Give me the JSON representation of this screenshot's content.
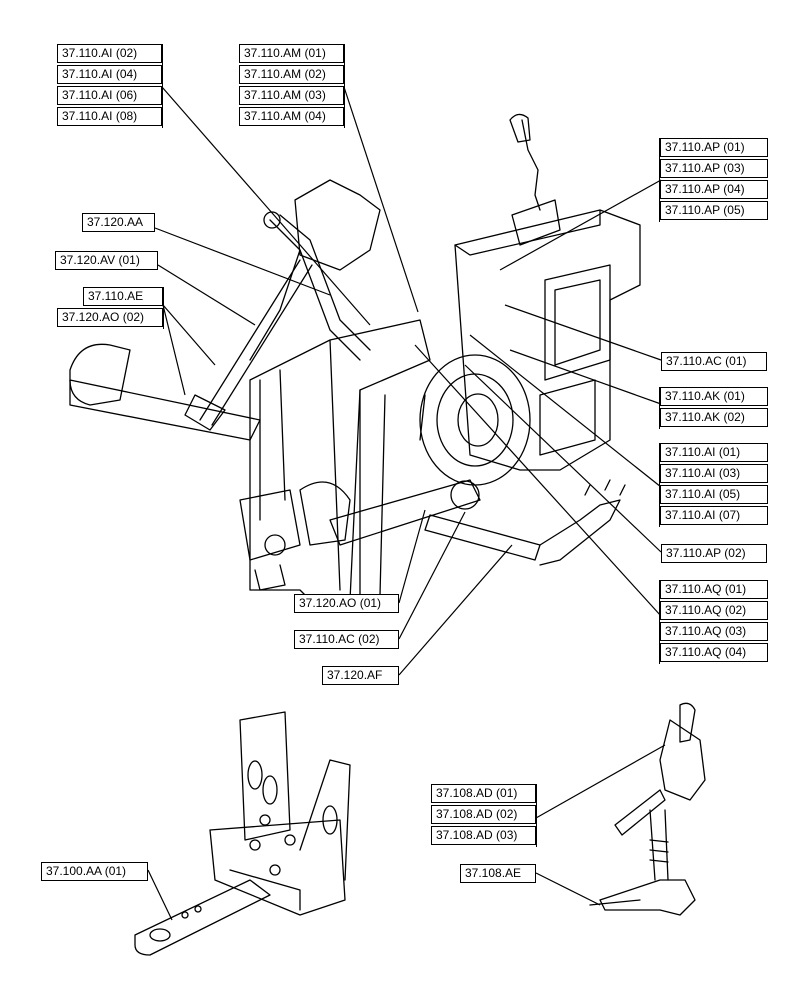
{
  "labels": {
    "ai_left": [
      "37.110.AI (02)",
      "37.110.AI (04)",
      "37.110.AI (06)",
      "37.110.AI (08)"
    ],
    "am": [
      "37.110.AM (01)",
      "37.110.AM (02)",
      "37.110.AM (03)",
      "37.110.AM (04)"
    ],
    "ap_top": [
      "37.110.AP (01)",
      "37.110.AP (03)",
      "37.110.AP (04)",
      "37.110.AP (05)"
    ],
    "aa": "37.120.AA",
    "av": "37.120.AV (01)",
    "ae": "37.110.AE",
    "ao02": "37.120.AO (02)",
    "ac01": "37.110.AC (01)",
    "ak": [
      "37.110.AK (01)",
      "37.110.AK (02)"
    ],
    "ai_right": [
      "37.110.AI (01)",
      "37.110.AI (03)",
      "37.110.AI (05)",
      "37.110.AI (07)"
    ],
    "ap02": "37.110.AP (02)",
    "aq": [
      "37.110.AQ (01)",
      "37.110.AQ (02)",
      "37.110.AQ (03)",
      "37.110.AQ (04)"
    ],
    "ao01": "37.120.AO (01)",
    "ac02": "37.110.AC (02)",
    "af": "37.120.AF",
    "aa100": "37.100.AA (01)",
    "ad": [
      "37.108.AD (01)",
      "37.108.AD (02)",
      "37.108.AD (03)"
    ],
    "ae108": "37.108.AE"
  }
}
